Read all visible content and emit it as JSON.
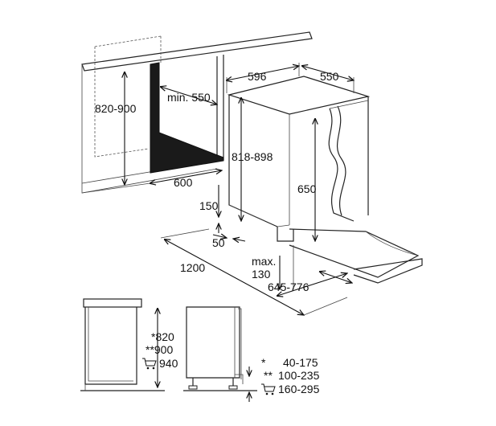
{
  "dimensions": {
    "niche_height": "820-900",
    "min_depth": "min. 550",
    "niche_width": "600",
    "appliance_width": "596",
    "appliance_depth": "550",
    "appliance_height": "818-898",
    "door_height": "650",
    "plinth_height": "150",
    "plinth_depth": "50",
    "door_clearance": "1200",
    "max_label": "max.",
    "max_value": "130",
    "door_depth": "645-776"
  },
  "legend": {
    "heights": [
      "*820",
      "**900",
      "940"
    ],
    "ranges": [
      {
        "mark": "*",
        "value": "40-175"
      },
      {
        "mark": "**",
        "value": "100-235"
      },
      {
        "mark": "cart-icon",
        "value": "160-295"
      }
    ]
  },
  "colors": {
    "line": "#222222",
    "panel_fill": "#1a1a1a"
  }
}
